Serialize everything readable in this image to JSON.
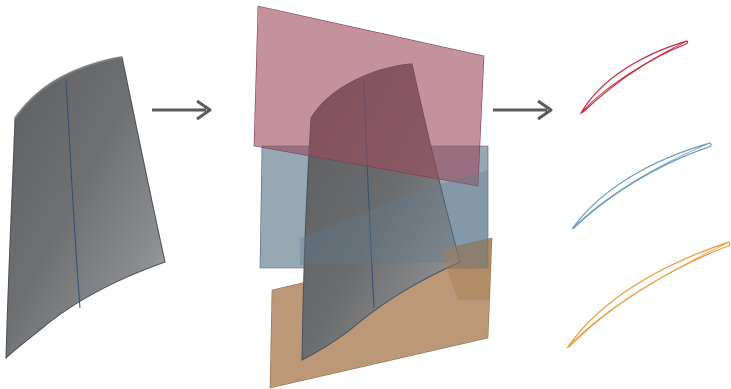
{
  "colors": {
    "background": "#ffffff",
    "blade_dark": "#5f6163",
    "blade_light": "#bcbdbe",
    "blade_edge": "#3f4a58",
    "blade_midline": "#2e4f73",
    "arrow": "#5a5a5a",
    "plane_top": "#9b4a5c",
    "plane_middle": "#5f7a8e",
    "plane_bottom": "#a87c52",
    "section_top": "#c8283c",
    "section_middle": "#6f9cc0",
    "section_bottom": "#eb9a3a"
  },
  "diagram": {
    "steps": [
      {
        "name": "blade-surface"
      },
      {
        "name": "slicing-planes"
      },
      {
        "name": "airfoil-sections"
      }
    ],
    "planes": [
      "top",
      "middle",
      "bottom"
    ],
    "sections": [
      "top",
      "middle",
      "bottom"
    ]
  }
}
